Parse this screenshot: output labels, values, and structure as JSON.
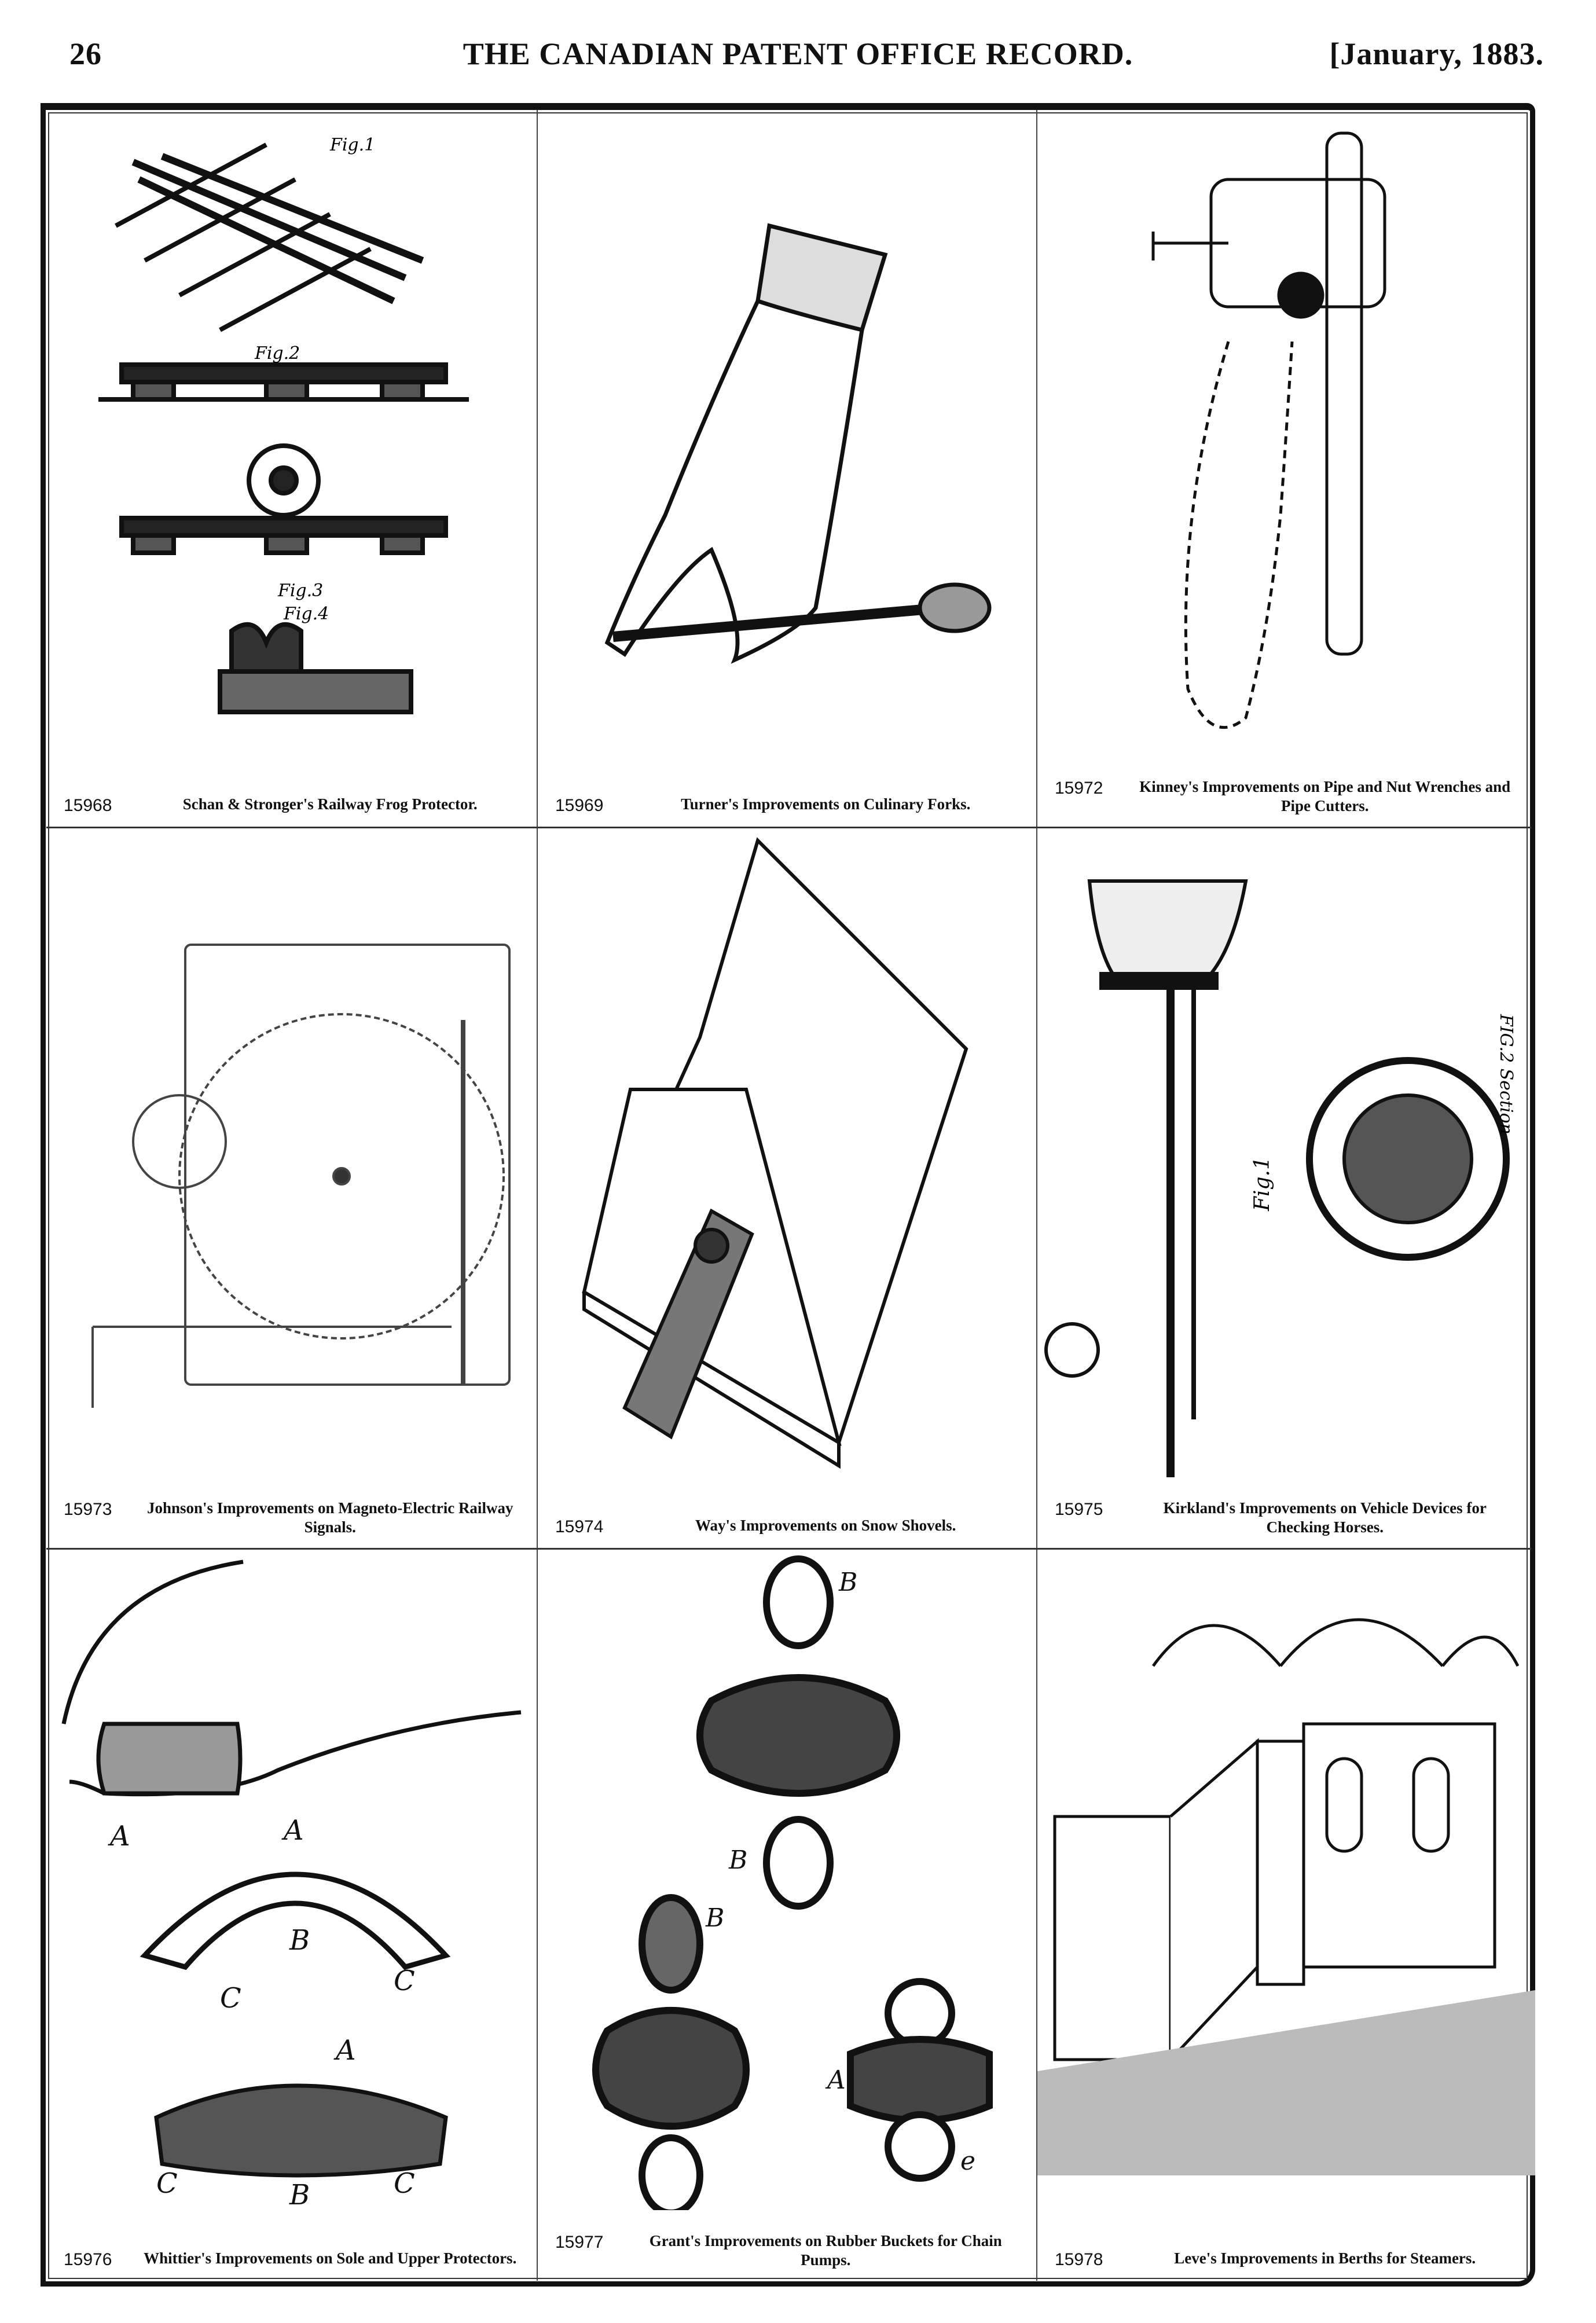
{
  "header": {
    "page_number": "26",
    "title": "THE CANADIAN PATENT OFFICE RECORD.",
    "date": "[January, 1883."
  },
  "patents": [
    {
      "number": "15968",
      "caption": "Schan & Stronger's Railway Frog Protector.",
      "figure_labels": [
        "Fig.1",
        "Fig.2",
        "Fig.3",
        "Fig.4"
      ]
    },
    {
      "number": "15969",
      "caption": "Turner's Improvements on Culinary Forks."
    },
    {
      "number": "15972",
      "caption": "Kinney's Improvements on Pipe and Nut Wrenches and Pipe Cutters."
    },
    {
      "number": "15973",
      "caption": "Johnson's Improvements on Magneto-Electric Railway Signals."
    },
    {
      "number": "15974",
      "caption": "Way's Improvements on Snow Shovels."
    },
    {
      "number": "15975",
      "caption": "Kirkland's Improvements on Vehicle Devices for Checking Horses.",
      "figure_labels": [
        "Fig.1",
        "FIG.2 Section"
      ]
    },
    {
      "number": "15976",
      "caption": "Whittier's Improvements on Sole and Upper Protectors.",
      "figure_labels": [
        "A",
        "A",
        "B",
        "C",
        "C",
        "A",
        "C",
        "B",
        "C"
      ]
    },
    {
      "number": "15977",
      "caption": "Grant's Improvements on Rubber Buckets for Chain Pumps.",
      "figure_labels": [
        "B",
        "B",
        "B",
        "A",
        "e"
      ]
    },
    {
      "number": "15978",
      "caption": "Leve's Improvements in Berths for Steamers."
    }
  ]
}
